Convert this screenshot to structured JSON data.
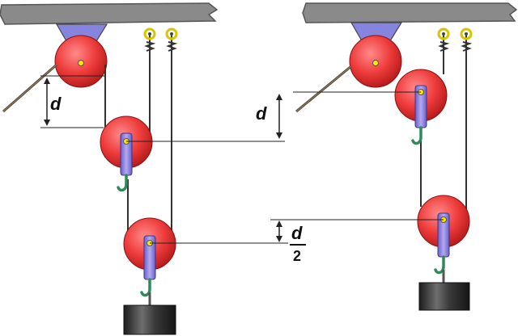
{
  "labels": {
    "d_left": "d",
    "d_middle": "d",
    "d_half_numerator": "d",
    "d_half_denominator": "2"
  },
  "colors": {
    "ceiling": "#8a8a8a",
    "pulley": "#ee3b3b",
    "pulley_dark": "#b01818",
    "bracket": "#8585e0",
    "strap": "#9a8fe0",
    "hook": "#2e8b57",
    "rope": "#333333",
    "weight": "#3c3c3c",
    "ring": "#d8c400"
  },
  "icons": [
    "ceiling-beam",
    "pulley",
    "hook",
    "eye-bolt",
    "weight-block"
  ]
}
